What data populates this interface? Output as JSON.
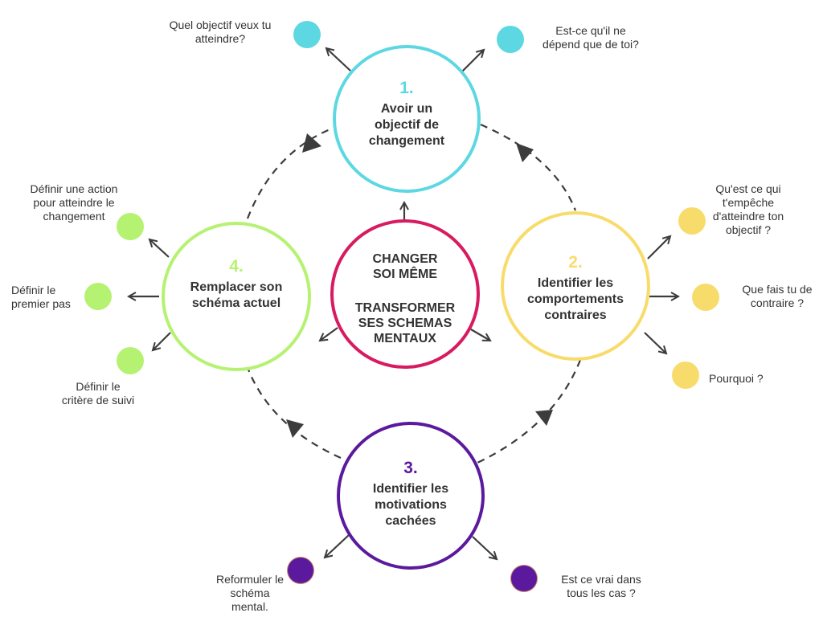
{
  "colors": {
    "step1": "#5dd8e2",
    "step2": "#f8dc6b",
    "step3": "#5b1a9e",
    "step4": "#b6f271",
    "center": "#d81b60",
    "arrow": "#3c3c3c"
  },
  "center": {
    "line1": "CHANGER\nSOI MÊME",
    "line2": "TRANSFORMER\nSES SCHEMAS\nMENTAUX"
  },
  "steps": [
    {
      "number": "1.",
      "title": "Avoir un\nobjectif de\nchangement",
      "questions": [
        "Quel objectif veux tu\natteindre?",
        "Est-ce qu'il ne\ndépend que de toi?"
      ]
    },
    {
      "number": "2.",
      "title": "Identifier les\ncomportements\ncontraires",
      "questions": [
        "Qu'est ce qui\nt'empêche\nd'atteindre ton\nobjectif ?",
        "Que fais tu de\ncontraire ?",
        "Pourquoi ?"
      ]
    },
    {
      "number": "3.",
      "title": "Identifier les\nmotivations\ncachées",
      "questions": [
        "Reformuler le\nschéma\nmental.",
        "Est ce vrai dans\ntous les cas ?"
      ]
    },
    {
      "number": "4.",
      "title": "Remplacer son\nschéma actuel",
      "questions": [
        "Définir une action\npour atteindre le\nchangement",
        "Définir le\npremier pas",
        "Définir le\ncritère de suivi"
      ]
    }
  ]
}
